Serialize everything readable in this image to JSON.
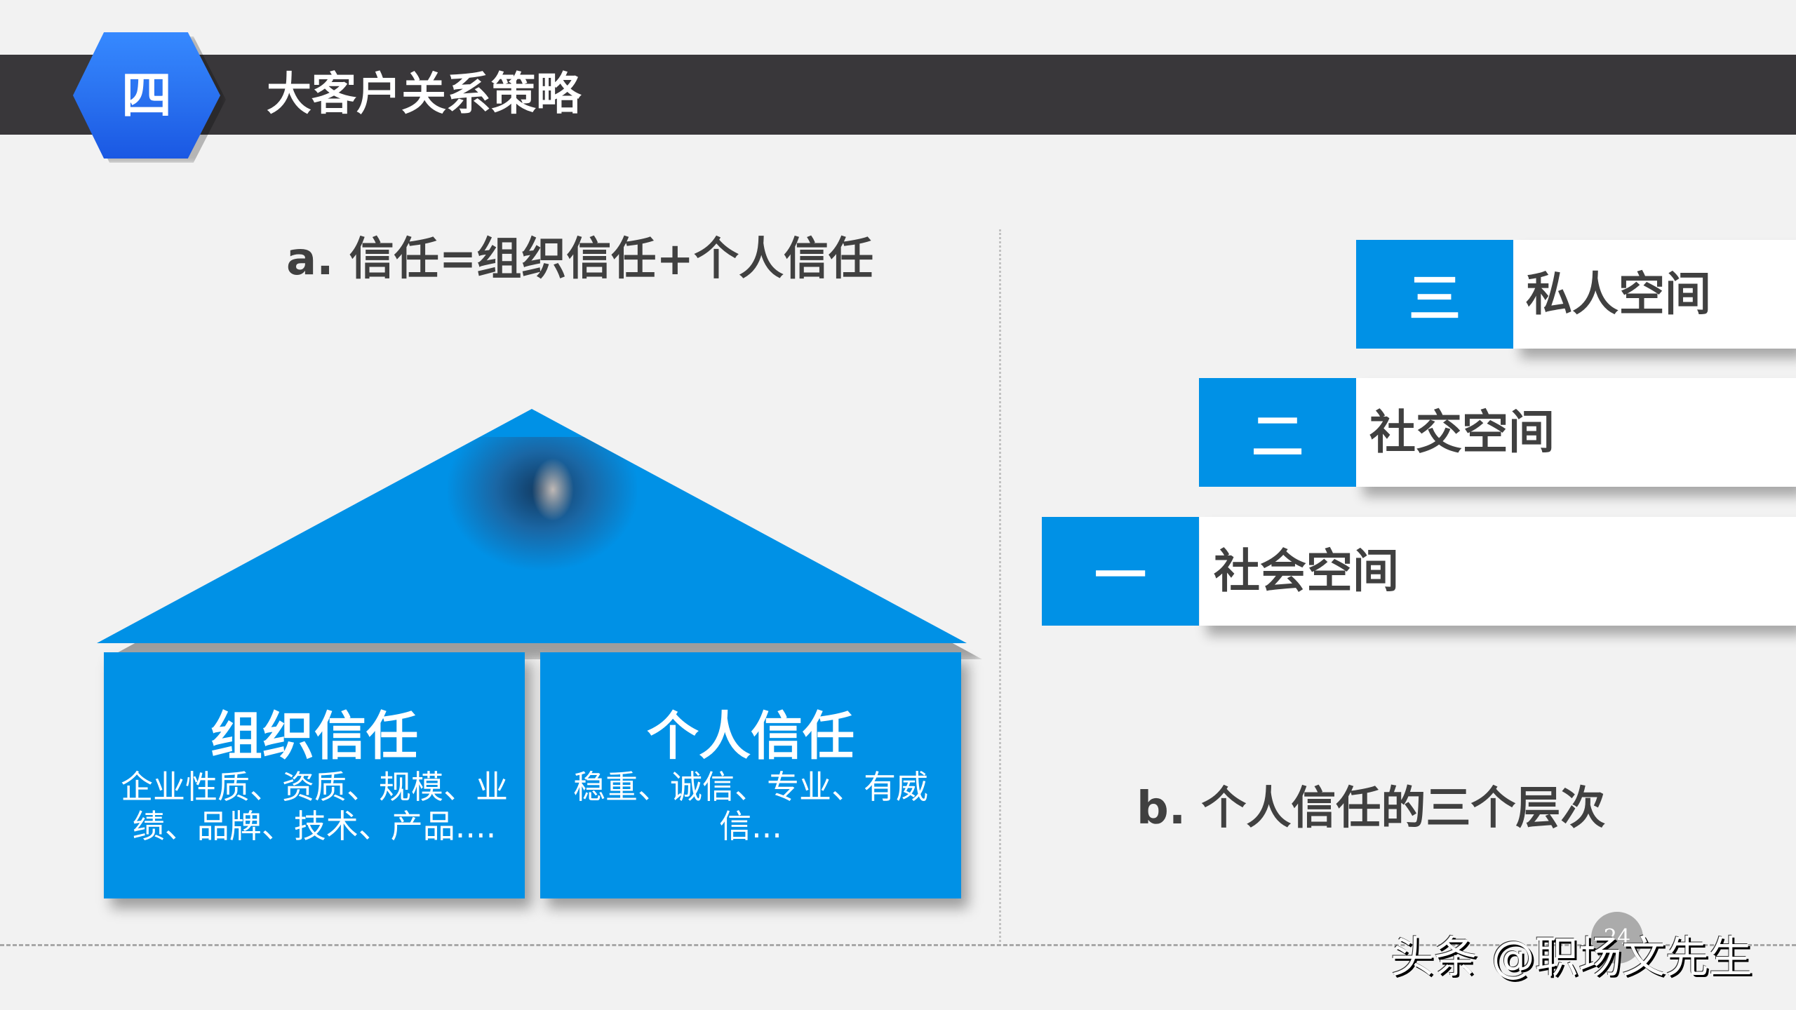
{
  "header": {
    "section_number": "四",
    "title": "大客户关系策略"
  },
  "colors": {
    "header_bar": "#39373a",
    "hex_top": "#3689ff",
    "hex_bottom": "#1a58e3",
    "accent_blue": "#0091e6",
    "text_dark": "#404040",
    "background": "#f2f2f2"
  },
  "left_section": {
    "heading": "a. 信任=组织信任+个人信任",
    "house": {
      "roof_image": "team-high-five-photo",
      "pillars": [
        {
          "title": "组织信任",
          "description": "企业性质、资质、规模、业绩、品牌、技术、产品...."
        },
        {
          "title": "个人信任",
          "description": "稳重、诚信、专业、有威信..."
        }
      ]
    }
  },
  "right_section": {
    "levels": [
      {
        "number": "三",
        "label": "私人空间"
      },
      {
        "number": "二",
        "label": "社交空间"
      },
      {
        "number": "一",
        "label": "社会空间"
      }
    ],
    "heading": "b. 个人信任的三个层次"
  },
  "footer": {
    "page_number": "24",
    "watermark": "头条 @职场文先生"
  }
}
